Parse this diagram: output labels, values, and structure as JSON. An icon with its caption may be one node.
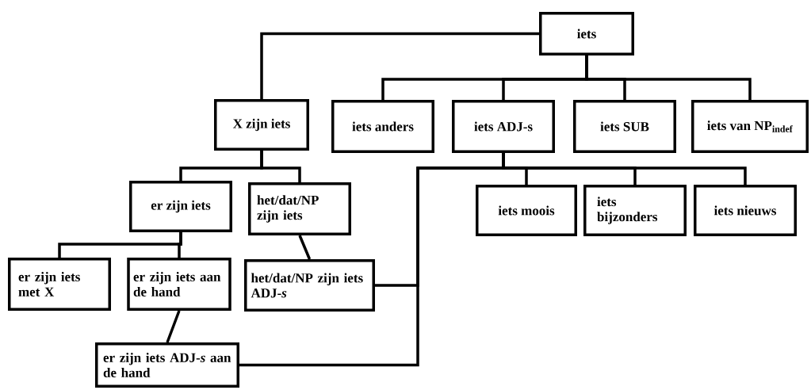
{
  "diagram": {
    "nodes": [
      {
        "text": [
          "iets"
        ]
      },
      {
        "text": [
          "X zijn iets"
        ]
      },
      {
        "text": [
          "iets anders"
        ]
      },
      {
        "text": [
          "iets ADJ-s"
        ]
      },
      {
        "text": [
          "iets SUB"
        ]
      },
      {
        "text": [
          "iets van NP$_{indef}$"
        ]
      },
      {
        "text": [
          "er zijn iets"
        ]
      },
      {
        "text": [
          "het/dat/NP zijn iets"
        ]
      },
      {
        "text": [
          "iets moois"
        ]
      },
      {
        "text": [
          "iets bijzonders"
        ]
      },
      {
        "text": [
          "iets nieuws"
        ]
      },
      {
        "text": [
          "er zijn iets met X"
        ]
      },
      {
        "text": [
          "er zijn iets aan de hand"
        ]
      },
      {
        "text": [
          "het/dat/NP zijn iets ADJ-*s*"
        ]
      },
      {
        "text": [
          "er zijn iets ADJ-*s* aan de hand"
        ]
      }
    ],
    "edges": [
      {
        "from": 0,
        "to": 1,
        "arrow": "none"
      },
      {
        "from": 0,
        "to": 2,
        "arrow": "none"
      },
      {
        "from": 0,
        "to": 3,
        "arrow": "none"
      },
      {
        "from": 0,
        "to": 4,
        "arrow": "none"
      },
      {
        "from": 0,
        "to": 5,
        "arrow": "none"
      },
      {
        "from": 1,
        "to": 6,
        "arrow": "none"
      },
      {
        "from": 1,
        "to": 7,
        "arrow": "none"
      },
      {
        "from": 3,
        "to": 8,
        "arrow": "none"
      },
      {
        "from": 3,
        "to": 9,
        "arrow": "none"
      },
      {
        "from": 3,
        "to": 10,
        "arrow": "none"
      },
      {
        "from": 3,
        "to": 13,
        "arrow": "none"
      },
      {
        "from": 3,
        "to": 14,
        "arrow": "none"
      },
      {
        "from": 6,
        "to": 11,
        "arrow": "none"
      },
      {
        "from": 6,
        "to": 12,
        "arrow": "none"
      },
      {
        "from": 7,
        "to": 13,
        "arrow": "none"
      },
      {
        "from": 12,
        "to": 14,
        "arrow": "none"
      }
    ]
  }
}
